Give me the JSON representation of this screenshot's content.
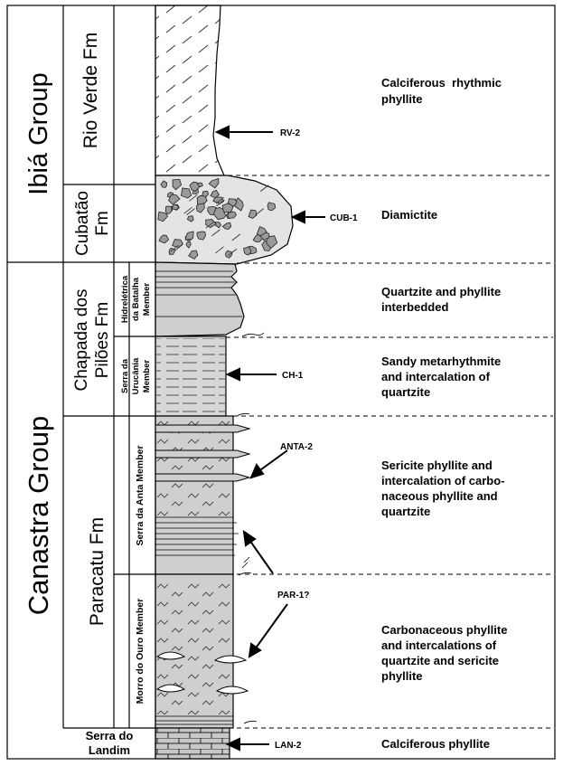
{
  "groups": [
    {
      "id": "ibia",
      "label": "Ibiá Group"
    },
    {
      "id": "canastra",
      "label": "Canastra Group"
    }
  ],
  "formations": {
    "rio_verde": "Rio Verde Fm",
    "cubatao_1": "Cubatão",
    "cubatao_2": "Fm",
    "chapada_1": "Chapada dos",
    "chapada_2": "Pilões Fm",
    "paracatu": "Paracatu Fm",
    "serra_landim_1": "Serra do",
    "serra_landim_2": "Landim"
  },
  "members": {
    "hidreletrica_1": "Hidrelétrica",
    "hidreletrica_2": "da Batalha",
    "hidreletrica_3": "Member",
    "urucania_1": "Serra da",
    "urucania_2": "Urucânia",
    "urucania_3": "Member",
    "serra_anta": "Serra da Anta Member",
    "morro_ouro": "Morro do Ouro Member"
  },
  "samples": {
    "rv2": "RV-2",
    "cub1": "CUB-1",
    "ch1": "CH-1",
    "anta2": "ANTA-2",
    "par1": "PAR-1?",
    "lan2": "LAN-2"
  },
  "lithology": {
    "l1_a": "Calciferous  rhythmic",
    "l1_b": "phyllite",
    "l2": "Diamictite",
    "l3_a": "Quartzite and phyllite",
    "l3_b": "interbedded",
    "l4_a": "Sandy metarhythmite",
    "l4_b": "and intercalation of",
    "l4_c": "quartzite",
    "l5_a": "Sericite phyllite and",
    "l5_b": "intercalation of carbo-",
    "l5_c": "naceous phyllite and",
    "l5_d": "quartzite",
    "l6_a": "Carbonaceous phyllite",
    "l6_b": "and intercalations of",
    "l6_c": "quartzite and sericite",
    "l6_d": "phyllite",
    "l7": "Calciferous phyllite"
  }
}
